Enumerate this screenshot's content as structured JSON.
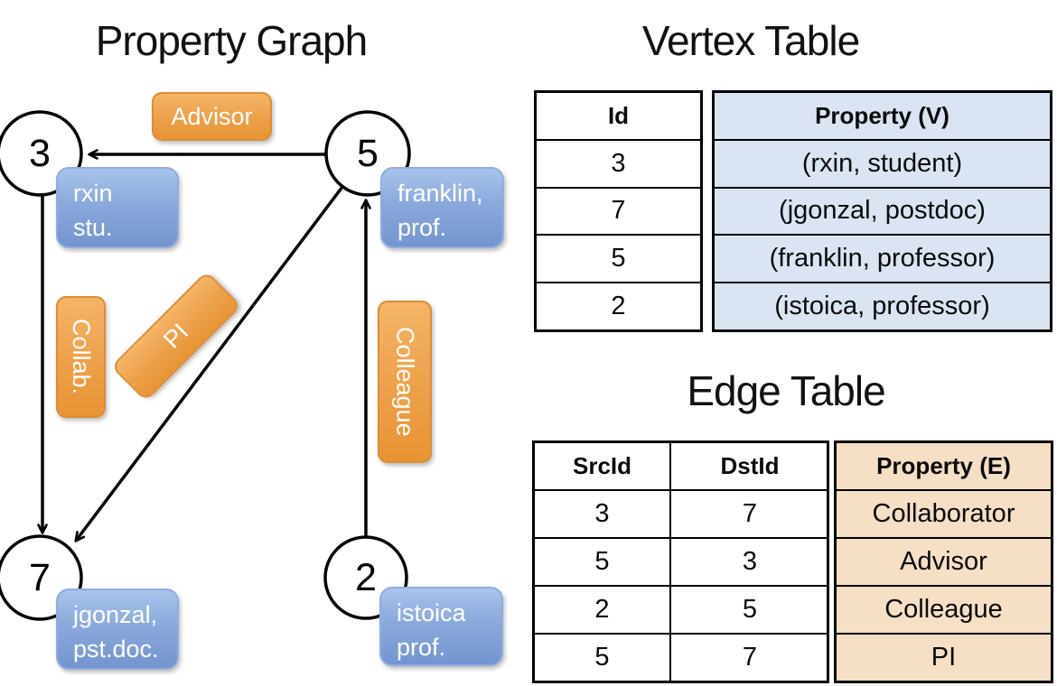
{
  "diagram": {
    "title": "Property Graph",
    "nodes": {
      "n3": "3",
      "n5": "5",
      "n7": "7",
      "n2": "2"
    },
    "vertex_cards": {
      "rxin": "rxin\nstu.",
      "franklin": "franklin,\nprof.",
      "jgonzal": "jgonzal,\npst.doc.",
      "istoica": "istoica\nprof."
    },
    "edge_labels": {
      "advisor": "Advisor",
      "collab": "Collab.",
      "pi": "PI",
      "colleague": "Colleague"
    }
  },
  "vertex_table": {
    "title": "Vertex Table",
    "headers": {
      "id": "Id",
      "property": "Property (V)"
    },
    "rows": [
      {
        "id": "3",
        "property": "(rxin, student)"
      },
      {
        "id": "7",
        "property": "(jgonzal, postdoc)"
      },
      {
        "id": "5",
        "property": "(franklin, professor)"
      },
      {
        "id": "2",
        "property": "(istoica, professor)"
      }
    ]
  },
  "edge_table": {
    "title": "Edge Table",
    "headers": {
      "src": "SrcId",
      "dst": "DstId",
      "property": "Property (E)"
    },
    "rows": [
      {
        "src": "3",
        "dst": "7",
        "property": "Collaborator"
      },
      {
        "src": "5",
        "dst": "3",
        "property": "Advisor"
      },
      {
        "src": "2",
        "dst": "5",
        "property": "Colleague"
      },
      {
        "src": "5",
        "dst": "7",
        "property": "PI"
      }
    ]
  },
  "colors": {
    "vertex_fill": "#dae4f2",
    "edge_fill": "#f5dfc5",
    "vertex_card": "#7494d0",
    "edge_card": "#e89434",
    "line": "#000000"
  }
}
